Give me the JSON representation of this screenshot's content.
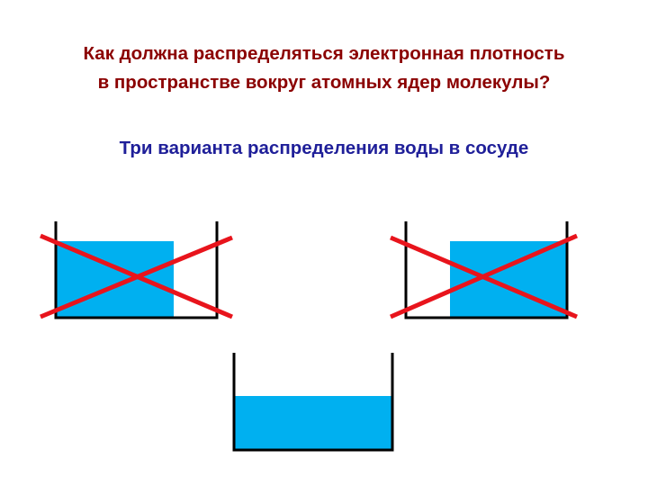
{
  "slide": {
    "title_line1": "Как должна распределяться электронная плотность",
    "title_line2": "в пространстве вокруг атомных ядер молекулы?",
    "subtitle": "Три варианта распределения воды в сосуде"
  },
  "vessels": [
    {
      "id": "left",
      "water": "left-side",
      "crossed_out": true
    },
    {
      "id": "bottom",
      "water": "bottom-layer",
      "crossed_out": false
    },
    {
      "id": "right",
      "water": "right-side",
      "crossed_out": true
    }
  ],
  "colors": {
    "title": "#8b0000",
    "subtitle": "#1f1f99",
    "water": "#00b0f0",
    "vessel_wall": "#000000",
    "cross": "#e8141c"
  }
}
